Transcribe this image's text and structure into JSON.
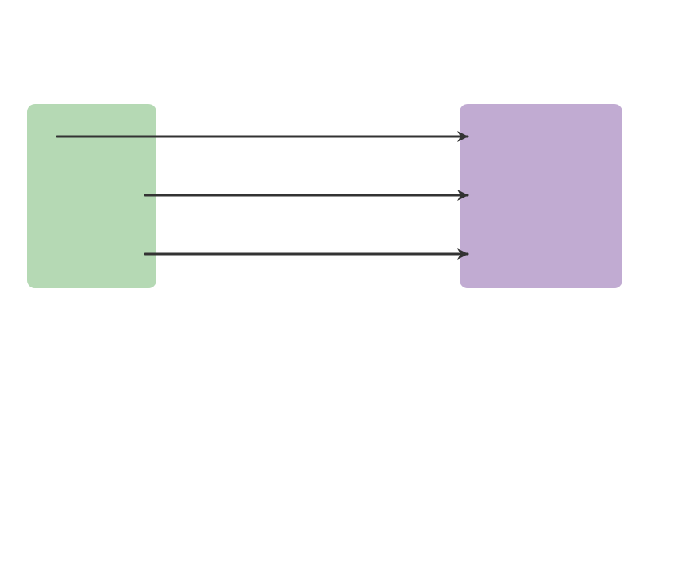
{
  "diagram": {
    "nodes": [
      {
        "id": "source",
        "name": "source-box",
        "color": "#b5d9b4"
      },
      {
        "id": "target",
        "name": "target-box",
        "color": "#c1abd2"
      }
    ],
    "edges": [
      {
        "from": "source",
        "to": "target",
        "name": "arrow-1"
      },
      {
        "from": "source",
        "to": "target",
        "name": "arrow-2"
      },
      {
        "from": "source",
        "to": "target",
        "name": "arrow-3"
      }
    ],
    "edge_color": "#333333"
  }
}
